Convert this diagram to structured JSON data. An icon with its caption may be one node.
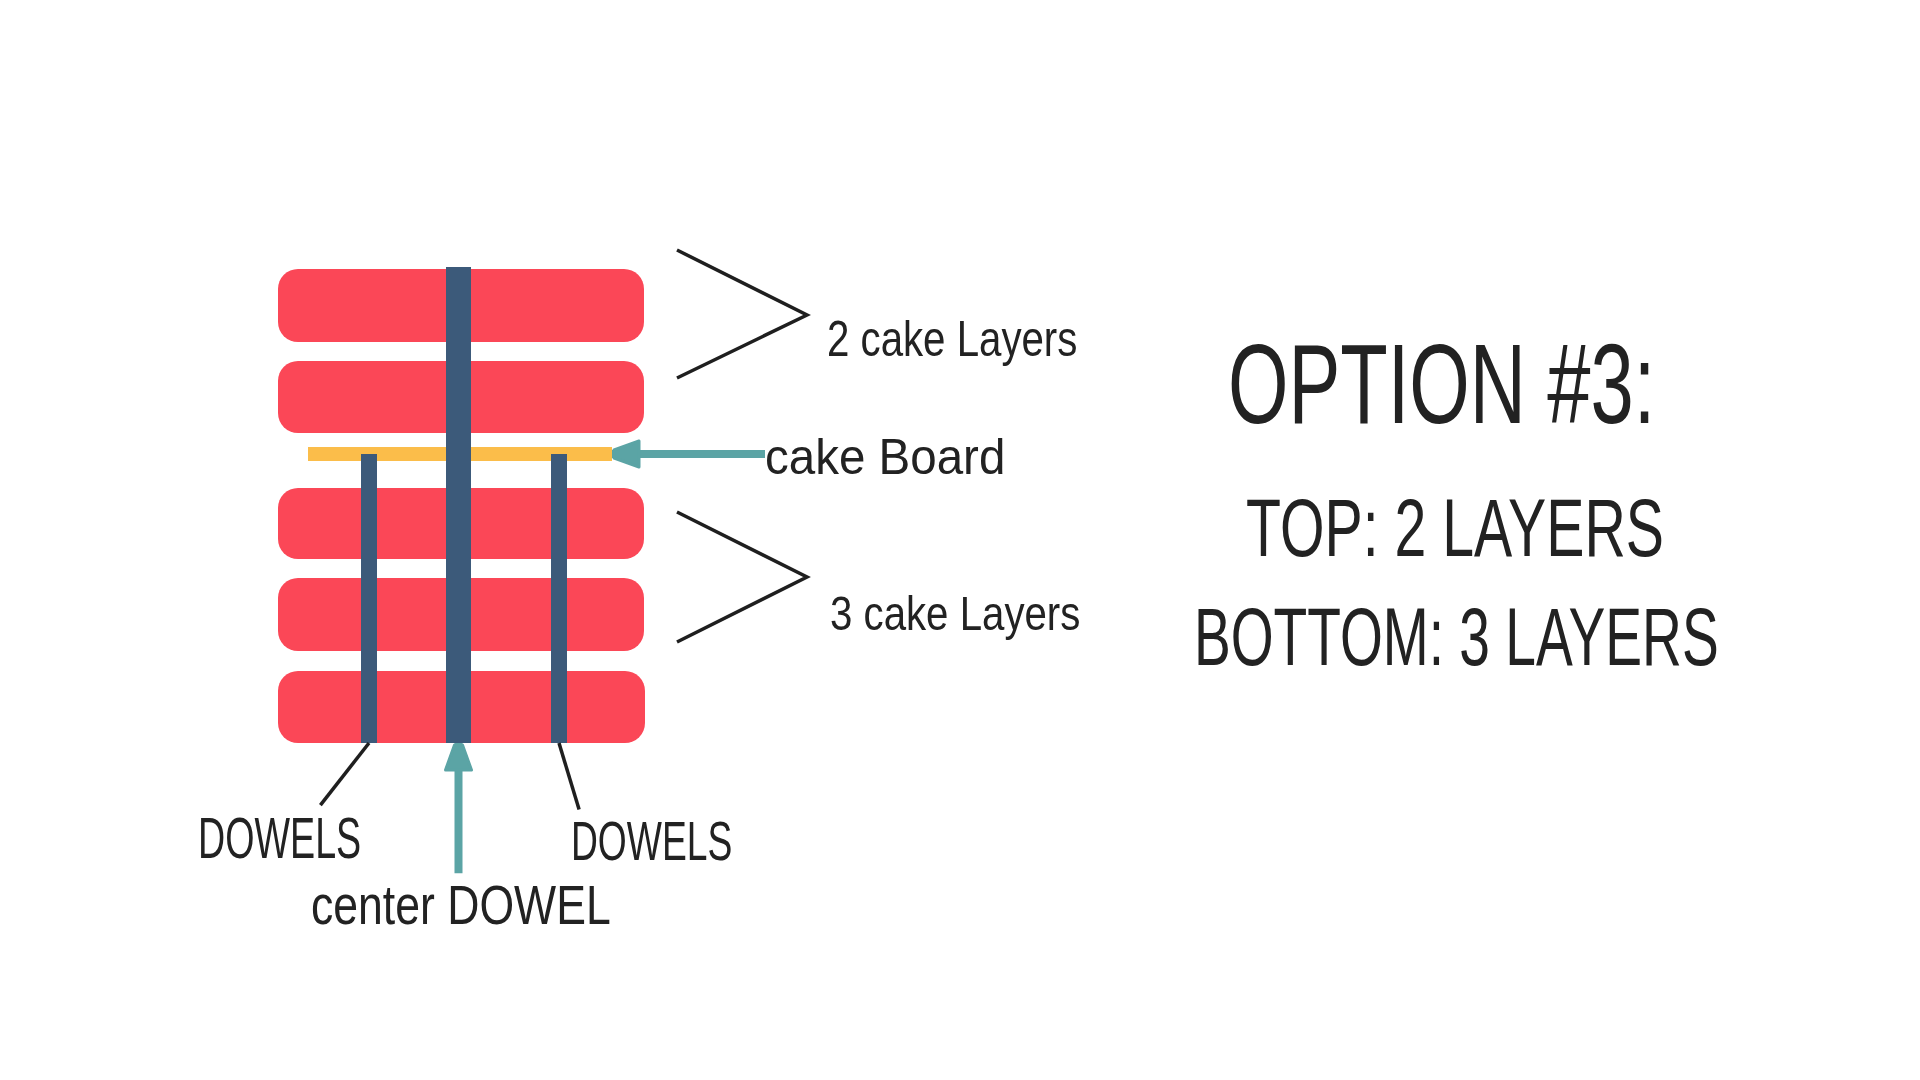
{
  "diagram": {
    "title": "OPTION #3:",
    "nodes": [
      {
        "text": [],
        "shape": "bar"
      },
      {
        "text": [],
        "shape": "bar"
      },
      {
        "text": [],
        "shape": "bar"
      },
      {
        "text": [
          "cake Board"
        ]
      },
      {
        "text": [],
        "shape": "bar"
      },
      {
        "text": [],
        "shape": "bar"
      },
      {
        "text": [],
        "shape": "bar"
      },
      {
        "text": [],
        "shape": "bar"
      },
      {
        "text": [],
        "shape": "bar"
      },
      {
        "text": [],
        "shape": "bar"
      },
      {
        "text": [
          "DOWELS"
        ]
      },
      {
        "text": [
          "DOWELS"
        ]
      },
      {
        "text": [
          "center DOWEL"
        ]
      }
    ],
    "edges": [
      {
        "from": 3,
        "to": 2,
        "arrow": "to",
        "style": "thick",
        "color": "#5ba4a5"
      },
      {
        "from": 10,
        "to": 7,
        "arrow": "none",
        "color": "#1f1f1f"
      },
      {
        "from": 12,
        "to": 8,
        "arrow": "to",
        "style": "thick",
        "color": "#5ba4a5"
      },
      {
        "from": 11,
        "to": 9,
        "arrow": "none",
        "color": "#1f1f1f"
      }
    ],
    "labels": [
      "2 cake Layers",
      "TOP: 2 LAYERS",
      "3 cake Layers",
      "BOTTOM: 3 LAYERS"
    ]
  }
}
